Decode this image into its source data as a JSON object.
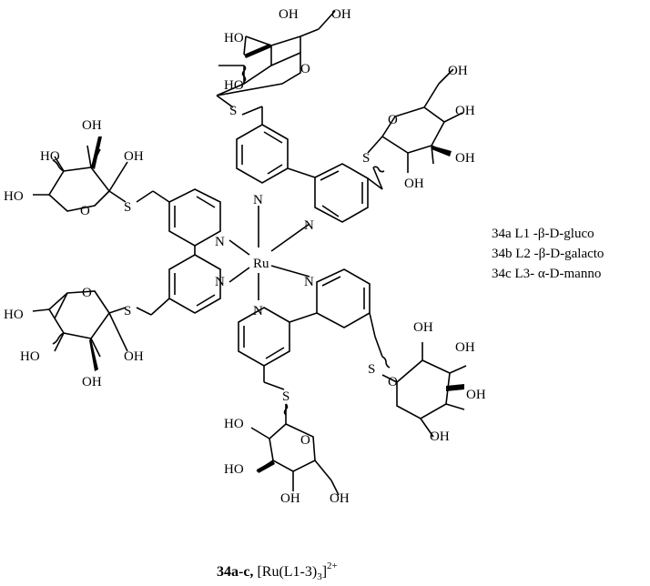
{
  "atoms": {
    "oh": "OH",
    "ho": "HO",
    "s": "S",
    "n": "N",
    "o": "O",
    "ru": "Ru"
  },
  "legend": [
    "34a L1 -β-D-gluco",
    "34b L2 -β-D-galacto",
    "34c L3- α-D-manno"
  ],
  "caption": {
    "compound_ids": "34a-c,",
    "formula": "[Ru(L1-3)",
    "subscript": "3",
    "bracket": "]",
    "charge": "2+"
  }
}
